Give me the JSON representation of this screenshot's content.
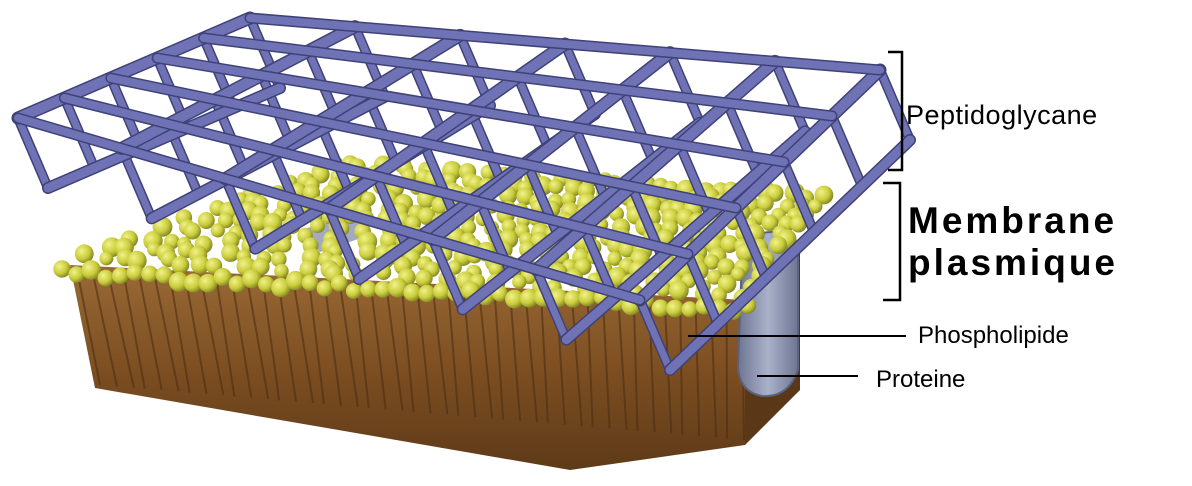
{
  "diagram": {
    "labels": {
      "peptidoglycane": "Peptidoglycane",
      "membrane_line1": "Membrane",
      "membrane_line2": "plasmique",
      "phospholipide": "Phospholipide",
      "proteine": "Proteine"
    },
    "colors": {
      "peptidoglycan": "#6f72b4",
      "phospholipid_heads": "#c9cc3a",
      "lipid_tails": "#8a5a2b",
      "protein": "#8e96b2",
      "lines": "#000000"
    }
  }
}
